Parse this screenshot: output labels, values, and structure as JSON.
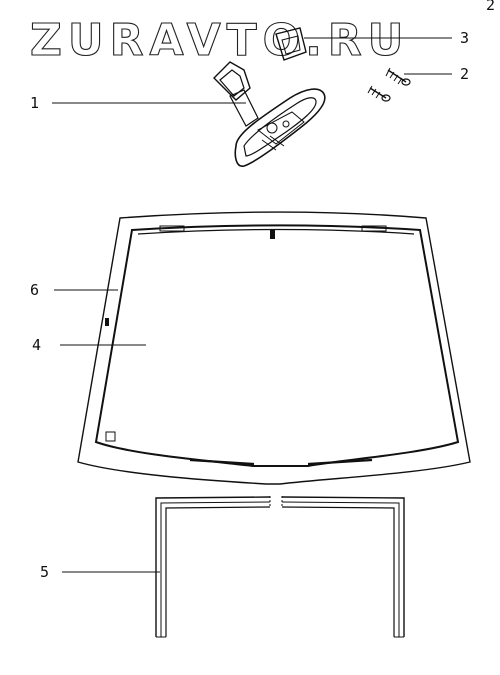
{
  "watermark": "ZURAVTO.RU",
  "corner_mark": "2",
  "callouts": [
    {
      "id": "1",
      "label": "1"
    },
    {
      "id": "2",
      "label": "2"
    },
    {
      "id": "3",
      "label": "3"
    },
    {
      "id": "4",
      "label": "4"
    },
    {
      "id": "5",
      "label": "5"
    },
    {
      "id": "6",
      "label": "6"
    }
  ],
  "colors": {
    "ink": "#111111",
    "background": "#ffffff"
  }
}
